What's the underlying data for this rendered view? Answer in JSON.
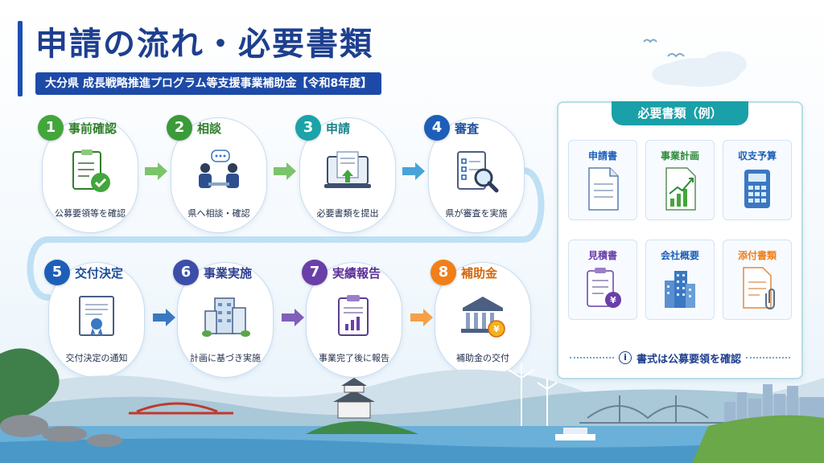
{
  "header": {
    "title": "申請の流れ・必要書類",
    "subtitle": "大分県 成長戦略推進プログラム等支援事業補助金【令和8年度】"
  },
  "steps": [
    {
      "num": "1",
      "title": "事前確認",
      "caption": "公募要領等を確認",
      "color": "#43a63c",
      "icon": "checklist-icon"
    },
    {
      "num": "2",
      "title": "相談",
      "caption": "県へ相談・確認",
      "color": "#3b9a3a",
      "icon": "consultation-icon"
    },
    {
      "num": "3",
      "title": "申請",
      "caption": "必要書類を提出",
      "color": "#1aa3a8",
      "icon": "upload-document-icon"
    },
    {
      "num": "4",
      "title": "審査",
      "caption": "県が審査を実施",
      "color": "#1d5fb8",
      "icon": "magnifier-checklist-icon"
    },
    {
      "num": "5",
      "title": "交付決定",
      "caption": "交付決定の通知",
      "color": "#1d5fb8",
      "icon": "certificate-icon"
    },
    {
      "num": "6",
      "title": "事業実施",
      "caption": "計画に基づき実施",
      "color": "#3b4fa8",
      "icon": "office-building-icon"
    },
    {
      "num": "7",
      "title": "実績報告",
      "caption": "事業完了後に報告",
      "color": "#6a3fa8",
      "icon": "report-clipboard-icon"
    },
    {
      "num": "8",
      "title": "補助金",
      "caption": "補助金の交付",
      "color": "#f07f1a",
      "icon": "bank-icon"
    }
  ],
  "docs": {
    "header": "必要書類（例）",
    "items": [
      {
        "label": "申請書",
        "color": "#1d5fb8",
        "icon": "document-icon"
      },
      {
        "label": "事業計画",
        "color": "#2e8a3a",
        "icon": "growth-chart-icon"
      },
      {
        "label": "収支予算",
        "color": "#1d5fb8",
        "icon": "calculator-icon"
      },
      {
        "label": "見積書",
        "color": "#6a3fa8",
        "icon": "estimate-clipboard-icon"
      },
      {
        "label": "会社概要",
        "color": "#1d5fb8",
        "icon": "company-building-icon"
      },
      {
        "label": "添付書類",
        "color": "#f07f1a",
        "icon": "paperclip-document-icon"
      }
    ],
    "note": "書式は公募要領を確認"
  },
  "colors": {
    "brand": "#1d3f8f",
    "accent_teal": "#1aa0a8"
  }
}
